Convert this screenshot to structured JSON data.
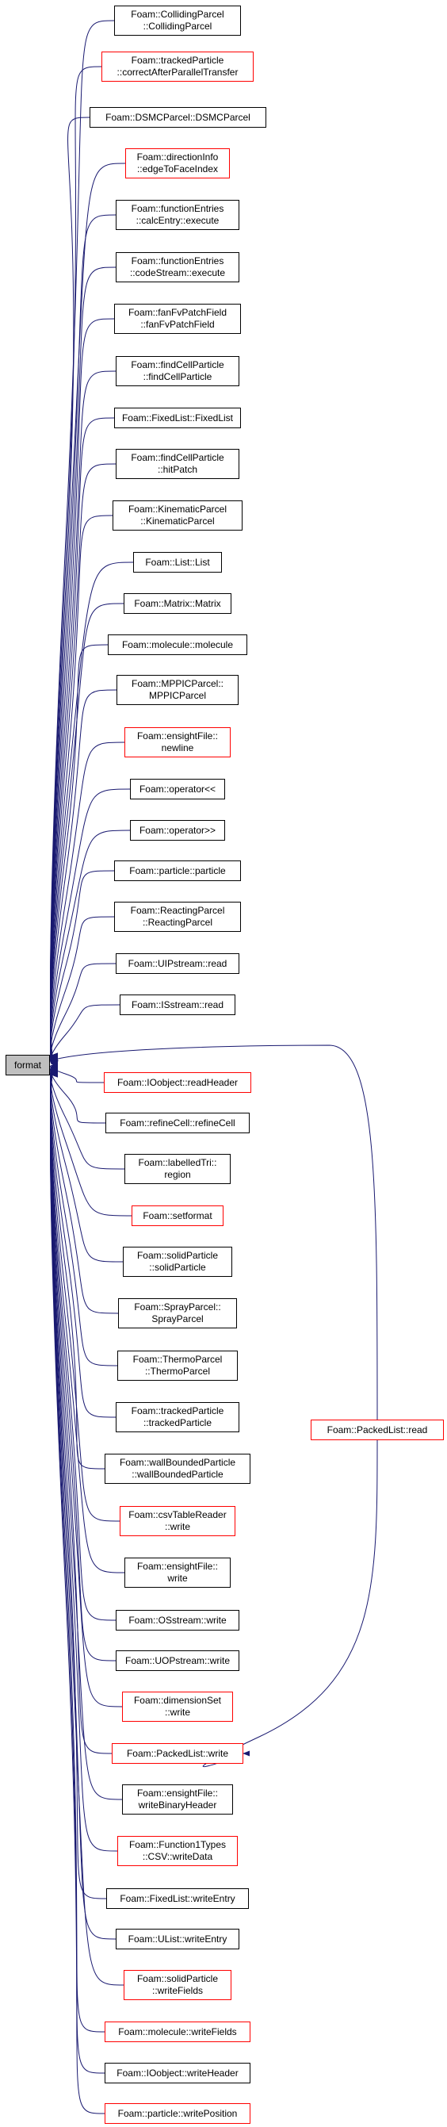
{
  "graph": {
    "root": "format",
    "edge_color": "#191970",
    "node_border_default": "#000000",
    "node_border_undocumented": "#ff0000",
    "root_fill": "#bfbfbf",
    "callers": [
      {
        "label": "Foam::CollidingParcel\n::CollidingParcel",
        "border": "black"
      },
      {
        "label": "Foam::trackedParticle\n::correctAfterParallelTransfer",
        "border": "red"
      },
      {
        "label": "Foam::DSMCParcel::DSMCParcel",
        "border": "black"
      },
      {
        "label": "Foam::directionInfo\n::edgeToFaceIndex",
        "border": "red"
      },
      {
        "label": "Foam::functionEntries\n::calcEntry::execute",
        "border": "black"
      },
      {
        "label": "Foam::functionEntries\n::codeStream::execute",
        "border": "black"
      },
      {
        "label": "Foam::fanFvPatchField\n::fanFvPatchField",
        "border": "black"
      },
      {
        "label": "Foam::findCellParticle\n::findCellParticle",
        "border": "black"
      },
      {
        "label": "Foam::FixedList::FixedList",
        "border": "black"
      },
      {
        "label": "Foam::findCellParticle\n::hitPatch",
        "border": "black"
      },
      {
        "label": "Foam::KinematicParcel\n::KinematicParcel",
        "border": "black"
      },
      {
        "label": "Foam::List::List",
        "border": "black"
      },
      {
        "label": "Foam::Matrix::Matrix",
        "border": "black"
      },
      {
        "label": "Foam::molecule::molecule",
        "border": "black"
      },
      {
        "label": "Foam::MPPICParcel::\nMPPICParcel",
        "border": "black"
      },
      {
        "label": "Foam::ensightFile::\nnewline",
        "border": "red"
      },
      {
        "label": "Foam::operator<<",
        "border": "black"
      },
      {
        "label": "Foam::operator>>",
        "border": "black"
      },
      {
        "label": "Foam::particle::particle",
        "border": "black"
      },
      {
        "label": "Foam::ReactingParcel\n::ReactingParcel",
        "border": "black"
      },
      {
        "label": "Foam::UIPstream::read",
        "border": "black"
      },
      {
        "label": "Foam::ISstream::read",
        "border": "black"
      },
      {
        "label": "Foam::IOobject::readHeader",
        "border": "red"
      },
      {
        "label": "Foam::refineCell::refineCell",
        "border": "black"
      },
      {
        "label": "Foam::labelledTri::\nregion",
        "border": "black"
      },
      {
        "label": "Foam::setformat",
        "border": "red"
      },
      {
        "label": "Foam::solidParticle\n::solidParticle",
        "border": "black"
      },
      {
        "label": "Foam::SprayParcel::\nSprayParcel",
        "border": "black"
      },
      {
        "label": "Foam::ThermoParcel\n::ThermoParcel",
        "border": "black"
      },
      {
        "label": "Foam::trackedParticle\n::trackedParticle",
        "border": "black"
      },
      {
        "label": "Foam::wallBoundedParticle\n::wallBoundedParticle",
        "border": "black"
      },
      {
        "label": "Foam::csvTableReader\n::write",
        "border": "red"
      },
      {
        "label": "Foam::ensightFile::\nwrite",
        "border": "black"
      },
      {
        "label": "Foam::OSstream::write",
        "border": "black"
      },
      {
        "label": "Foam::UOPstream::write",
        "border": "black"
      },
      {
        "label": "Foam::dimensionSet\n::write",
        "border": "red"
      },
      {
        "label": "Foam::PackedList::write",
        "border": "red"
      },
      {
        "label": "Foam::ensightFile::\nwriteBinaryHeader",
        "border": "black"
      },
      {
        "label": "Foam::Function1Types\n::CSV::writeData",
        "border": "red"
      },
      {
        "label": "Foam::FixedList::writeEntry",
        "border": "black"
      },
      {
        "label": "Foam::UList::writeEntry",
        "border": "black"
      },
      {
        "label": "Foam::solidParticle\n::writeFields",
        "border": "red"
      },
      {
        "label": "Foam::molecule::writeFields",
        "border": "red"
      },
      {
        "label": "Foam::IOobject::writeHeader",
        "border": "black"
      },
      {
        "label": "Foam::particle::writePosition",
        "border": "red"
      }
    ],
    "secondary": {
      "label": "Foam::PackedList::read",
      "border": "red"
    }
  }
}
